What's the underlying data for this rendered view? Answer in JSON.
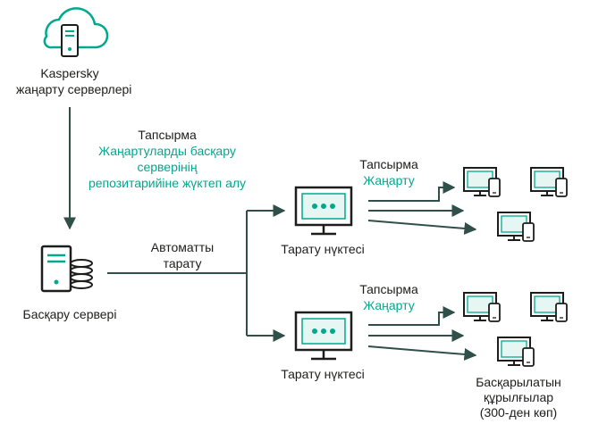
{
  "colors": {
    "teal": "#00a88e",
    "dark_line": "#2f4f48",
    "text": "#1d1d1b",
    "screen_fill": "#e6f7f3",
    "teal_light": "#d5f1eb"
  },
  "icons": [
    "cloud-icon",
    "server-icon",
    "distribution-point-icon",
    "managed-device-icon"
  ],
  "cloud": {
    "line1": "Kaspersky",
    "line2": "жаңарту серверлері"
  },
  "task_download": {
    "label": "Тапсырма",
    "name_lines": [
      "Жаңартуларды басқару",
      "серверінің",
      "репозитарийіне жүктеп алу"
    ]
  },
  "admin_server": {
    "label": "Басқару сервері"
  },
  "auto_distribution": {
    "line1": "Автоматты",
    "line2": "тарату"
  },
  "distribution_points": [
    {
      "label": "Тарату нүктесі",
      "task_label": "Тапсырма",
      "task_name": "Жаңарту"
    },
    {
      "label": "Тарату нүктесі",
      "task_label": "Тапсырма",
      "task_name": "Жаңарту"
    }
  ],
  "managed_devices": {
    "line1": "Басқарылатын",
    "line2": "құрылғылар",
    "line3": "(300-ден көп)"
  }
}
